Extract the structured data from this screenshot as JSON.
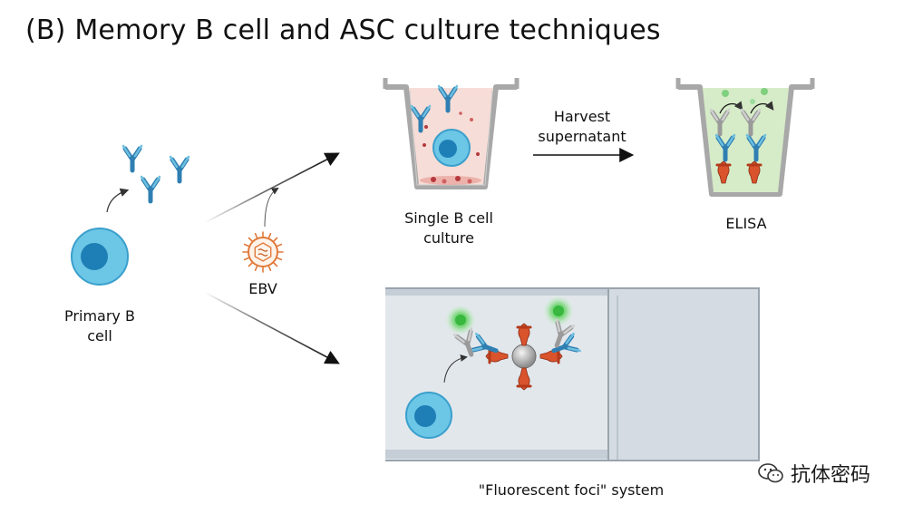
{
  "title": "(B) Memory B cell and ASC culture techniques",
  "labels": {
    "primary_b_cell": "Primary B\ncell",
    "ebv": "EBV",
    "single_b_cell_culture": "Single B cell\nculture",
    "harvest_supernatant": "Harvest\nsupernatant",
    "elisa": "ELISA",
    "fluorescent_foci_system": "\"Fluorescent foci\" system"
  },
  "watermark": "抗体密码",
  "colors": {
    "cell_outer": "#6cc6e6",
    "cell_inner": "#1e7fb6",
    "antibody": "#3a86b8",
    "well_wall": "#b5b5b5",
    "culture_medium": "#f7ddd7",
    "elisa_medium": "#d6ecc8",
    "capture_protein": "#d9532c",
    "ebv_virus": "#e07a3a",
    "fluorescent_green": "#44c24c",
    "chamber_fill": "#dfe5ea"
  }
}
